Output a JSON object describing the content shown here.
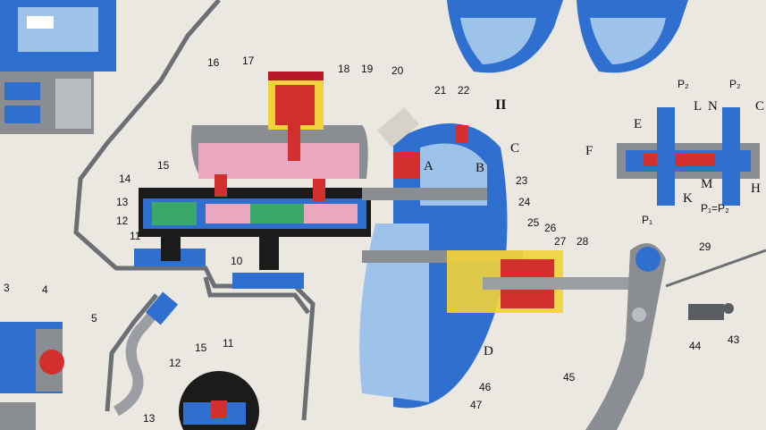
{
  "colors": {
    "paper": "#ebe8e1",
    "body_blue": "#2f6fd0",
    "light_blue": "#9dc3ea",
    "pink": "#e9a8c0",
    "red": "#d32f2f",
    "yellow": "#f2d23a",
    "black": "#1b1b1b",
    "grey": "#8a8d92",
    "green": "#3aa86b"
  },
  "icons": {
    "arrow": "arrow-icon",
    "up-arrow": "up-arrow-icon"
  },
  "labels": {
    "n3": "3",
    "n4": "4",
    "n5": "5",
    "n10": "10",
    "n11": "11",
    "n12": "12",
    "n13": "13",
    "n14": "14",
    "n15": "15",
    "n16": "16",
    "n17": "17",
    "n18": "18",
    "n19": "19",
    "n20": "20",
    "n21": "21",
    "n22": "22",
    "n23": "23",
    "n24": "24",
    "n25": "25",
    "n26": "26",
    "n27": "27",
    "n28": "28",
    "n29": "29",
    "n43": "43",
    "n44": "44",
    "n45": "45",
    "n46": "46",
    "n47": "47",
    "d12": "12",
    "d15": "15",
    "d11": "11",
    "d13": "13",
    "A": "A",
    "B": "B",
    "C": "C",
    "D": "D",
    "section": "II",
    "E": "E",
    "F": "F",
    "L": "L",
    "N": "N",
    "K": "K",
    "M": "M",
    "H": "H",
    "G": "C",
    "P2a": "P₂",
    "P2b": "P₂",
    "P1": "P₁",
    "Peq": "P₁=P₂"
  }
}
